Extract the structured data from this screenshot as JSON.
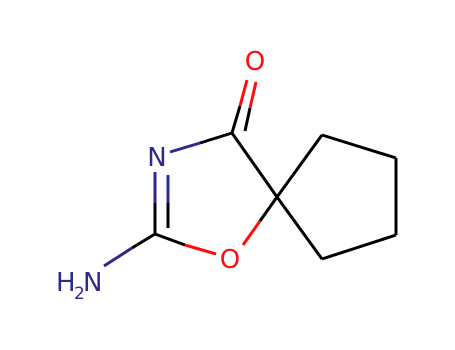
{
  "molecule": {
    "colors": {
      "carbon_bond": "#000000",
      "nitrogen": "#2d2a8c",
      "oxygen": "#ff0d0d"
    },
    "atoms": {
      "o_carbonyl": {
        "symbol": "O"
      },
      "n_ring": {
        "symbol": "N"
      },
      "o_ring": {
        "symbol": "O"
      },
      "nh2": {
        "symbol": "H",
        "subscript": "2",
        "suffix": "N"
      }
    }
  }
}
